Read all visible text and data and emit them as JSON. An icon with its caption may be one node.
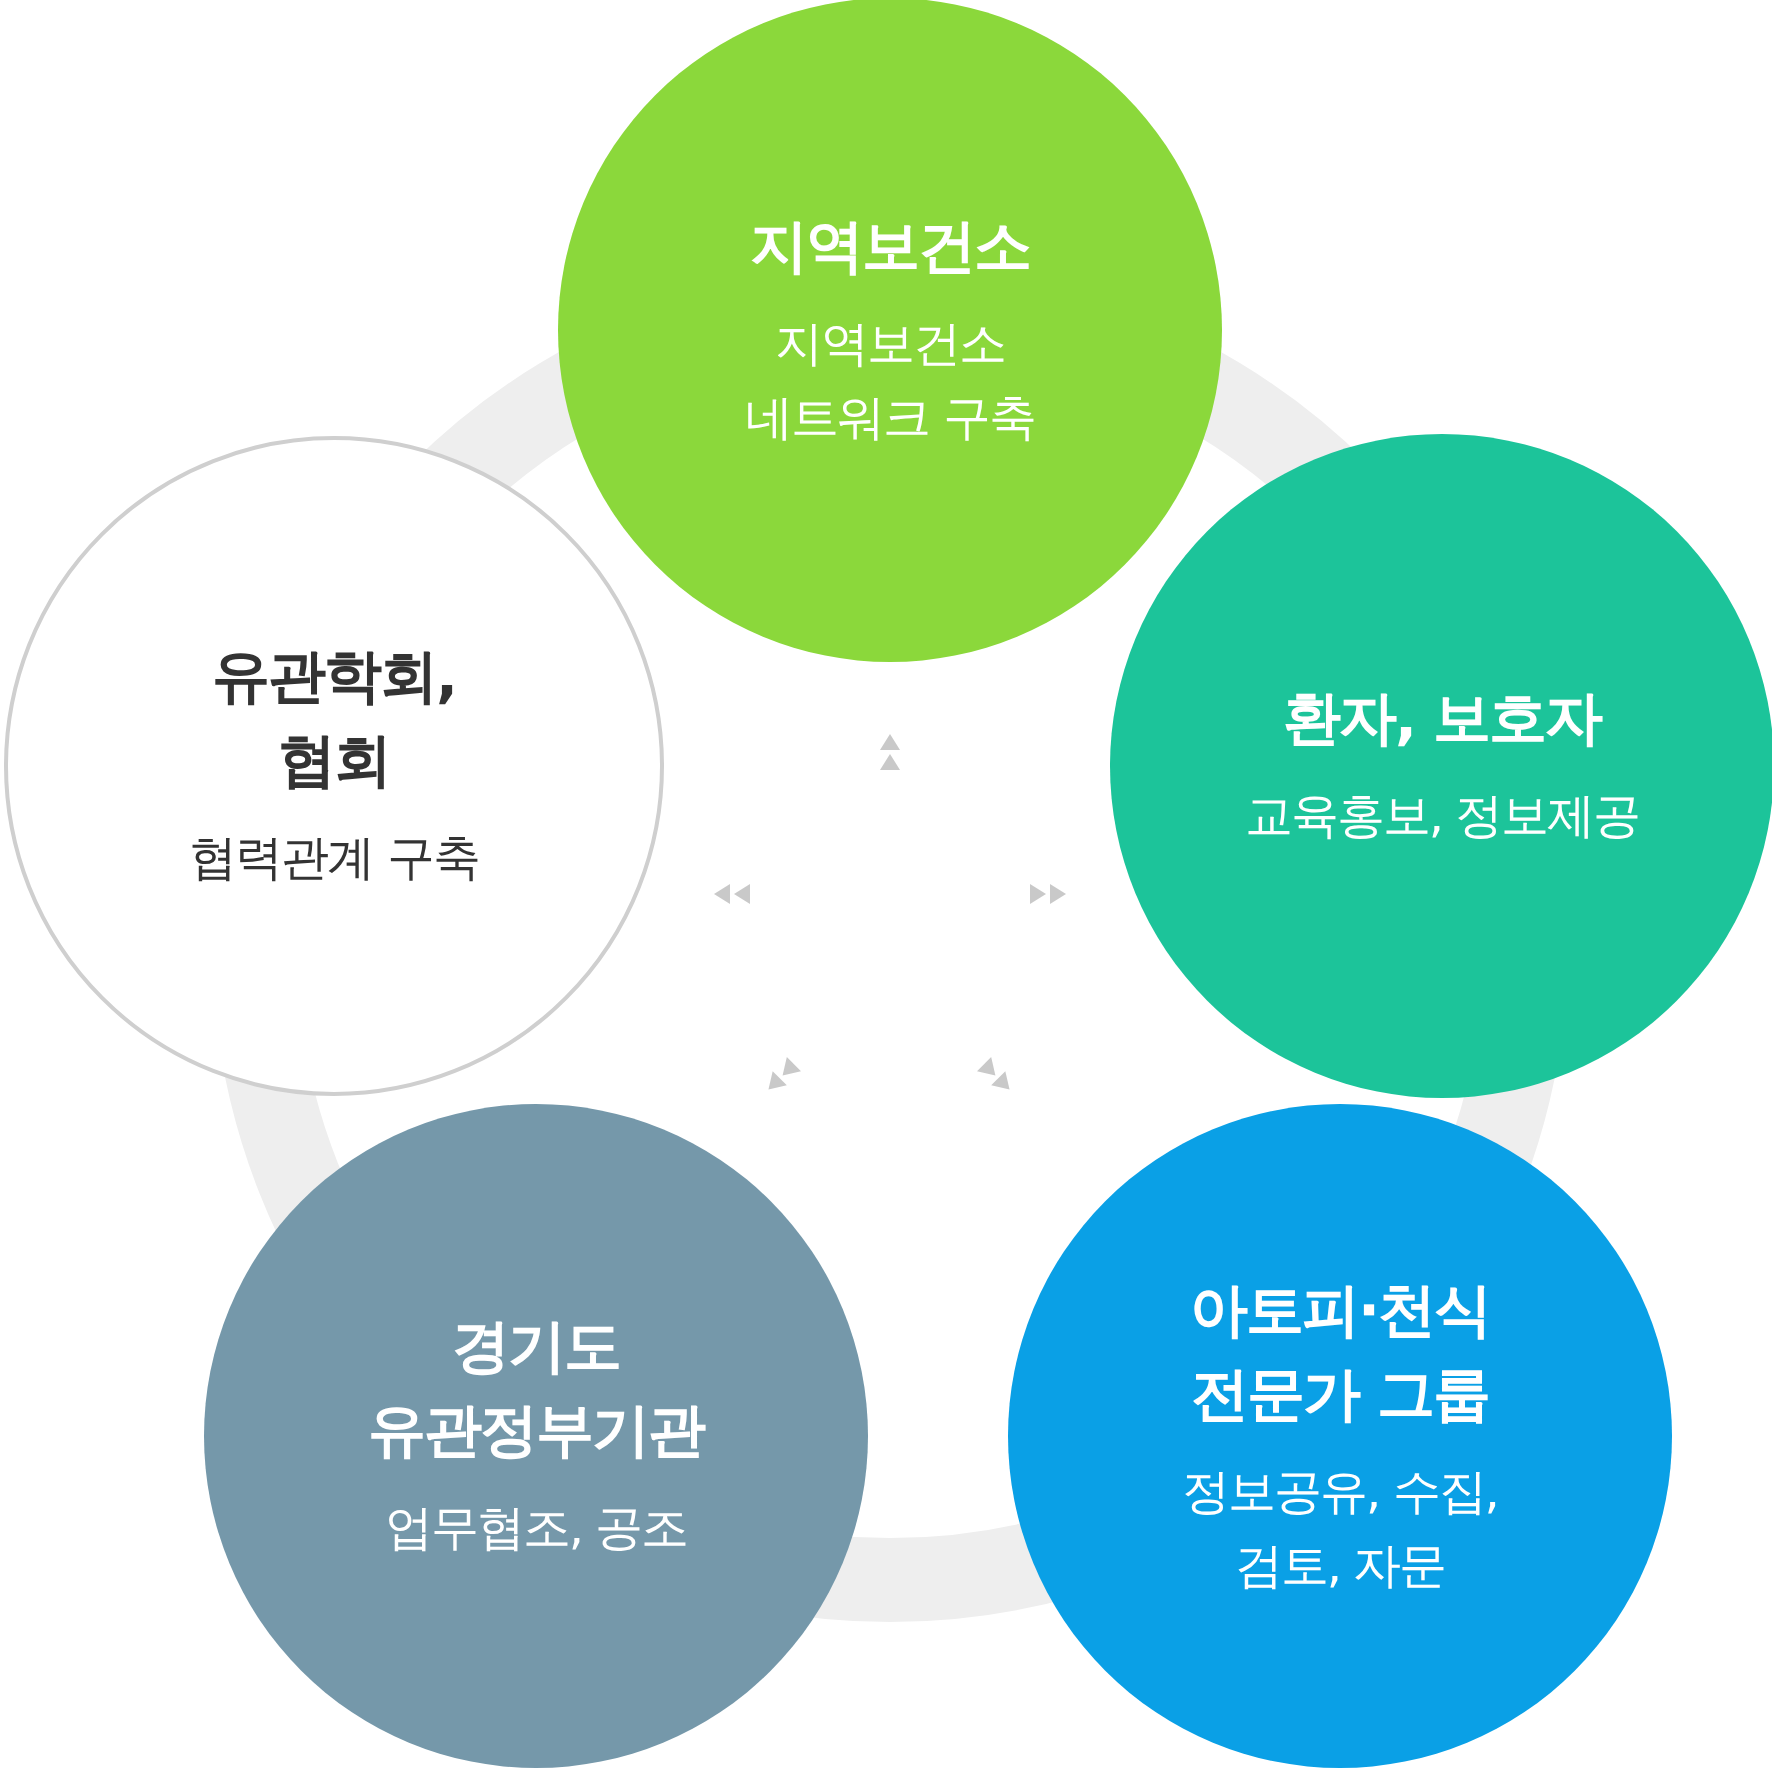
{
  "diagram": {
    "nodes": [
      {
        "text": [
          "지역보건소",
          "지역보건소 네트워크 구축"
        ]
      },
      {
        "text": [
          "환자, 보호자",
          "교육홍보, 정보제공"
        ]
      },
      {
        "text": [
          "아토피·천식 전문가 그룹",
          "정보공유, 수집, 검토, 자문"
        ]
      },
      {
        "text": [
          "경기도 유관정부기관",
          "업무협조, 공조"
        ]
      },
      {
        "text": [
          "유관학회, 협회",
          "협력관계 구축"
        ]
      }
    ]
  }
}
